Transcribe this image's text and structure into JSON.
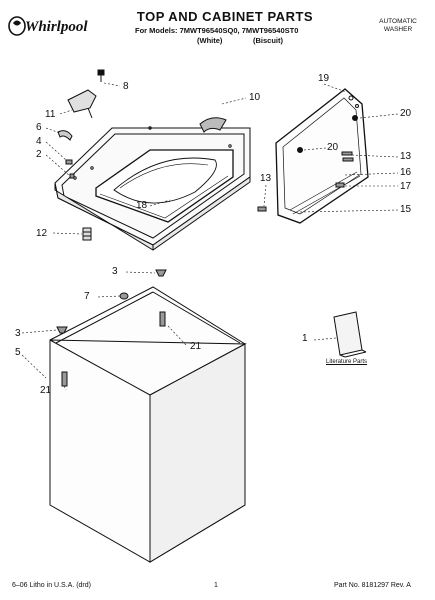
{
  "header": {
    "brand": "Whirlpool",
    "title": "TOP AND CABINET PARTS",
    "models_line": "For Models: 7MWT96540SQ0, 7MWT96540ST0",
    "variant_white": "(White)",
    "variant_biscuit": "(Biscuit)",
    "product_type_line1": "AUTOMATIC",
    "product_type_line2": "WASHER"
  },
  "callouts": [
    {
      "id": "c8",
      "label": "8"
    },
    {
      "id": "c11",
      "label": "11"
    },
    {
      "id": "c6",
      "label": "6"
    },
    {
      "id": "c4",
      "label": "4"
    },
    {
      "id": "c2",
      "label": "2"
    },
    {
      "id": "c10",
      "label": "10"
    },
    {
      "id": "c19",
      "label": "19"
    },
    {
      "id": "c20a",
      "label": "20"
    },
    {
      "id": "c20b",
      "label": "20"
    },
    {
      "id": "c13a",
      "label": "13"
    },
    {
      "id": "c13b",
      "label": "13"
    },
    {
      "id": "c16",
      "label": "16"
    },
    {
      "id": "c17",
      "label": "17"
    },
    {
      "id": "c15",
      "label": "15"
    },
    {
      "id": "c18",
      "label": "18"
    },
    {
      "id": "c12",
      "label": "12"
    },
    {
      "id": "c3a",
      "label": "3"
    },
    {
      "id": "c7",
      "label": "7"
    },
    {
      "id": "c21a",
      "label": "21"
    },
    {
      "id": "c1",
      "label": "1"
    },
    {
      "id": "c3b",
      "label": "3"
    },
    {
      "id": "c5",
      "label": "5"
    },
    {
      "id": "c21b",
      "label": "21"
    }
  ],
  "literature_label": "Literature Parts",
  "footer": {
    "left": "6–06 Litho in U.S.A. (drd)",
    "page": "1",
    "part": "Part No. 8181297 Rev. A"
  }
}
